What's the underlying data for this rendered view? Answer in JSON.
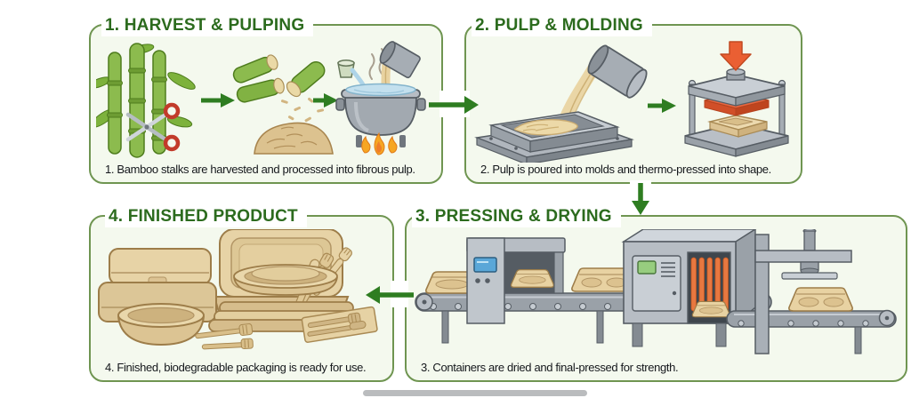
{
  "colors": {
    "page_background": "#ffffff",
    "panel_background": "#f4f9ee",
    "panel_border": "#6f9551",
    "title_green": "#2c6b1e",
    "caption_text": "#15181c",
    "flow_arrow_green": "#2e7d21",
    "press_arrow_orange": "#ea5f33",
    "bamboo_green": "#8cbb4e",
    "pulp_tan": "#e8d2a2",
    "machine_gray": "#b7bdc4",
    "heat_fin_orange": "#e87840",
    "water_blue": "#c3e0ee",
    "flame_orange": "#f6a623"
  },
  "panels": [
    {
      "step": "1",
      "title": "1. HARVEST & PULPING",
      "caption": "1. Bamboo stalks are harvested and processed into fibrous pulp.",
      "icons": [
        "bamboo-stalks-icon",
        "scissors-icon",
        "step-arrow-icon",
        "bamboo-chips-icon",
        "fiber-pile-icon",
        "boiling-pot-icon",
        "water-cup-icon",
        "pulp-pour-icon",
        "steam-icon",
        "flame-icon"
      ]
    },
    {
      "step": "2",
      "title": "2. PULP & MOLDING",
      "caption": "2. Pulp is poured into molds and thermo-pressed into shape.",
      "icons": [
        "pulp-pour-icon",
        "mold-tray-icon",
        "step-arrow-icon",
        "thermo-press-icon",
        "press-arrow-icon",
        "food-tray-icon"
      ]
    },
    {
      "step": "3",
      "title": "3. PRESSING & DRYING",
      "caption": "3. Containers are dried and final-pressed for strength.",
      "icons": [
        "conveyor-belt-icon",
        "control-cabinet-icon",
        "drying-oven-icon",
        "heating-fins-icon",
        "final-press-icon",
        "food-tray-icon"
      ]
    },
    {
      "step": "4",
      "title": "4. FINISHED PRODUCT",
      "caption": "4. Finished, biodegradable packaging is ready for use.",
      "icons": [
        "open-clamshell-icon",
        "clamshell-stack-icon",
        "bowl-icon",
        "tray-stack-icon",
        "cutlery-fan-icon",
        "crossed-forks-icon",
        "napkin-cutlery-icon"
      ]
    }
  ],
  "flow_arrows": [
    {
      "from_step": "1",
      "to_step": "2",
      "direction": "right"
    },
    {
      "from_step": "2",
      "to_step": "3",
      "direction": "down"
    },
    {
      "from_step": "3",
      "to_step": "4",
      "direction": "left"
    }
  ]
}
